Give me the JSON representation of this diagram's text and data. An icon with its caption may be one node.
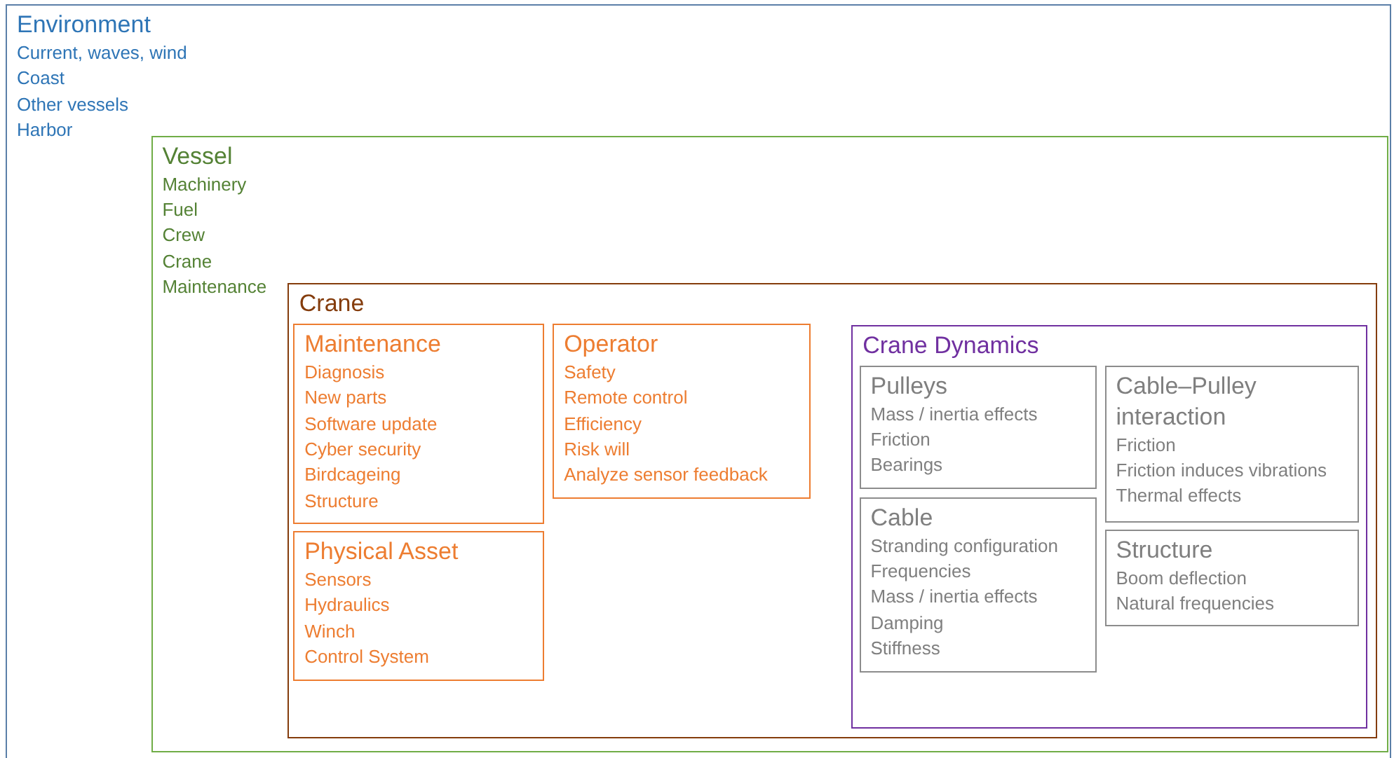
{
  "diagram": {
    "nodes": [
      {
        "text": [
          "Environment",
          "Current, waves, wind",
          "Coast",
          "Other vessels",
          "Harbor"
        ]
      },
      {
        "text": [
          "Vessel",
          "Machinery",
          "Fuel",
          "Crew",
          "Crane",
          "Maintenance"
        ],
        "in": 0
      },
      {
        "text": [
          "Crane"
        ],
        "in": 1
      },
      {
        "text": [
          "Maintenance",
          "Diagnosis",
          "New parts",
          "Software update",
          "Cyber security",
          "Birdcageing",
          "Structure"
        ],
        "in": 2
      },
      {
        "text": [
          "Physical Asset",
          "Sensors",
          "Hydraulics",
          "Winch",
          "Control System"
        ],
        "in": 2
      },
      {
        "text": [
          "Operator",
          "Safety",
          "Remote control",
          "Efficiency",
          "Risk will",
          "Analyze sensor feedback"
        ],
        "in": 2
      },
      {
        "text": [
          "Crane Dynamics"
        ],
        "in": 2
      },
      {
        "text": [
          "Pulleys",
          "Mass / inertia effects",
          "Friction",
          "Bearings"
        ],
        "in": 6
      },
      {
        "text": [
          "Cable",
          "Stranding configuration",
          "Frequencies",
          "Mass / inertia effects",
          "Damping",
          "Stiffness"
        ],
        "in": 6
      },
      {
        "text": [
          "Cable–Pulley interaction",
          "Friction",
          "Friction induces vibrations",
          "Thermal effects"
        ],
        "in": 6
      },
      {
        "text": [
          "Structure",
          "Boom deflection",
          "Natural frequencies"
        ],
        "in": 6
      }
    ]
  }
}
